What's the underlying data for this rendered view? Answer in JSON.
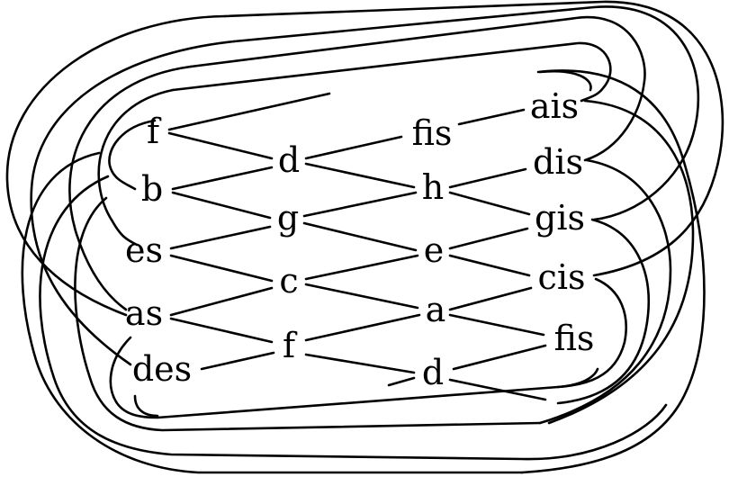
{
  "diagram": {
    "nodes": [
      {
        "id": "f_top",
        "label": "f"
      },
      {
        "id": "fis_top",
        "label": "fis"
      },
      {
        "id": "ais",
        "label": "ais"
      },
      {
        "id": "d_top",
        "label": "d"
      },
      {
        "id": "dis",
        "label": "dis"
      },
      {
        "id": "b",
        "label": "b"
      },
      {
        "id": "h",
        "label": "h"
      },
      {
        "id": "g",
        "label": "g"
      },
      {
        "id": "gis",
        "label": "gis"
      },
      {
        "id": "es",
        "label": "es"
      },
      {
        "id": "e",
        "label": "e"
      },
      {
        "id": "c",
        "label": "c"
      },
      {
        "id": "cis",
        "label": "cis"
      },
      {
        "id": "as",
        "label": "as"
      },
      {
        "id": "a",
        "label": "a"
      },
      {
        "id": "f_bot",
        "label": "f"
      },
      {
        "id": "fis_bot",
        "label": "fis"
      },
      {
        "id": "des",
        "label": "des"
      },
      {
        "id": "d_bot",
        "label": "d"
      }
    ]
  }
}
